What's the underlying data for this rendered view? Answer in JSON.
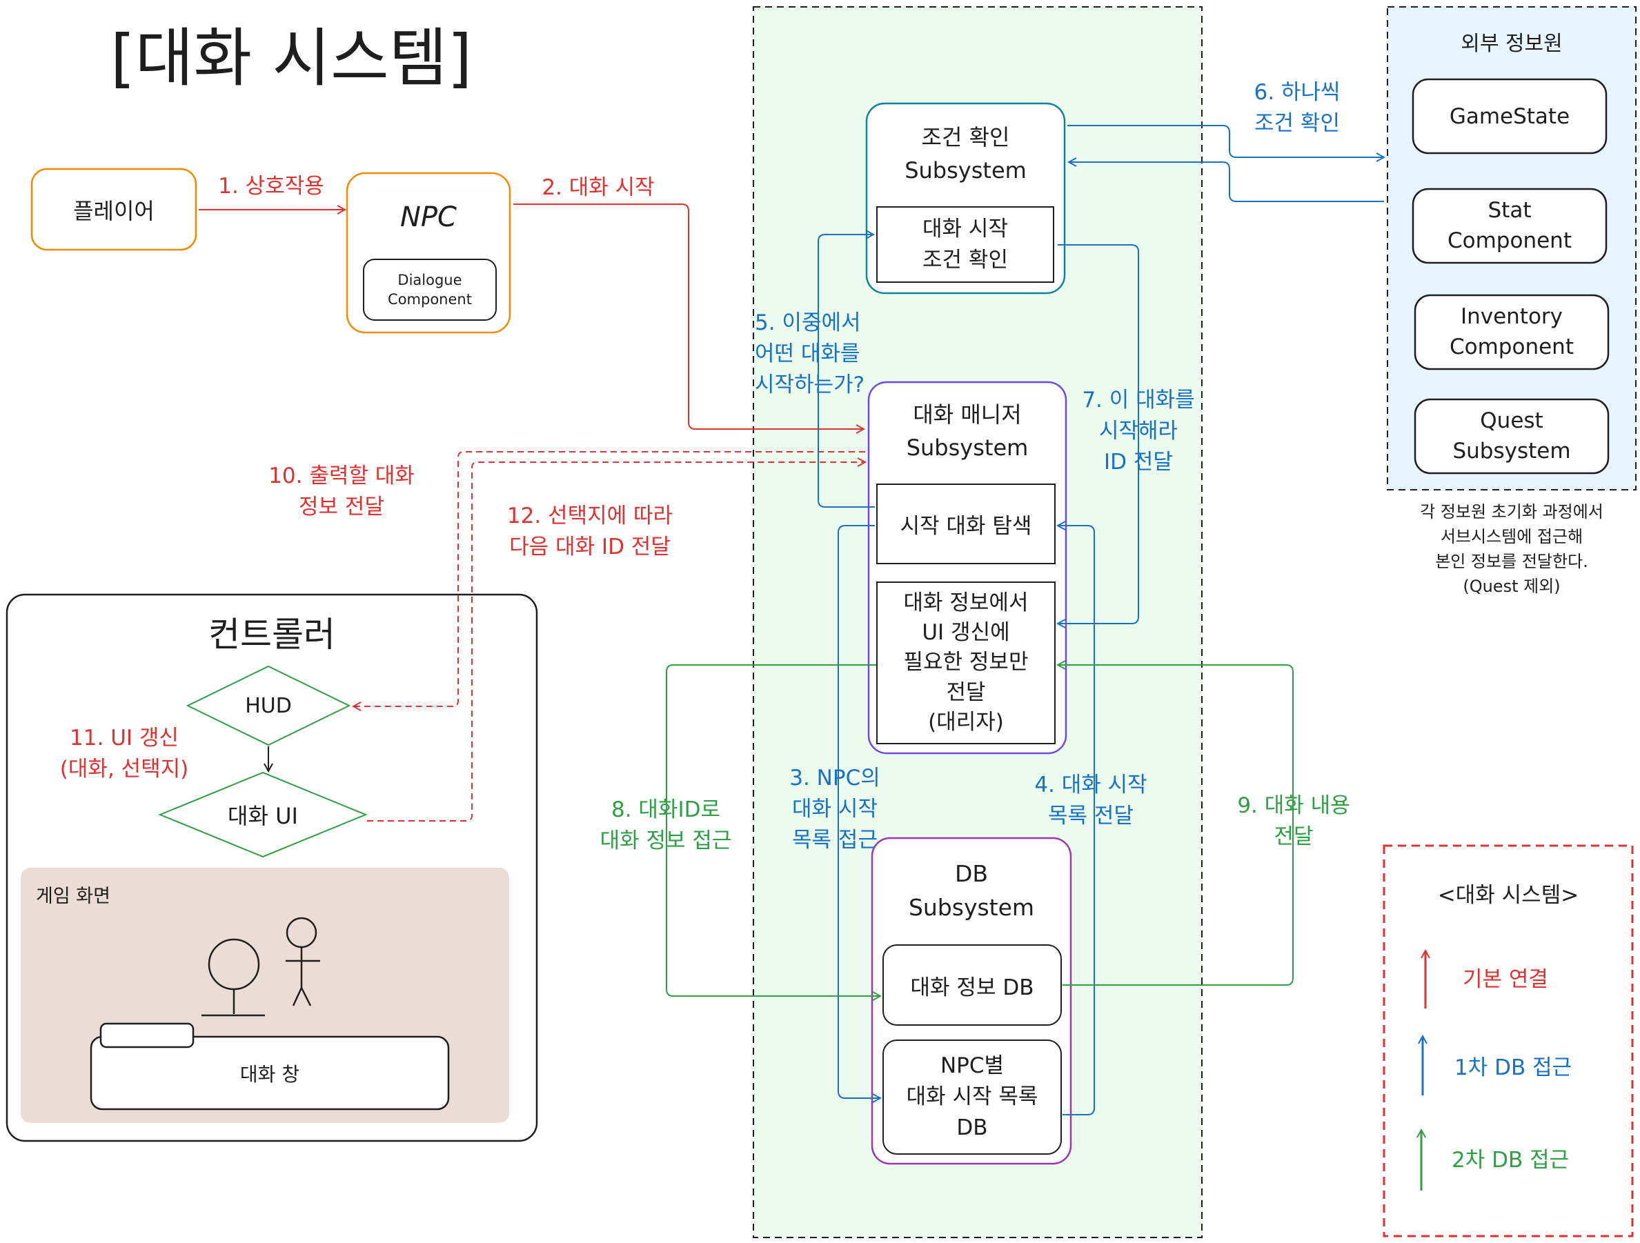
{
  "title": "[대화 시스템]",
  "nodes": {
    "player": "플레이어",
    "npc": "NPC",
    "npc_dialogue": "Dialogue\nComponent",
    "condition_ss": "조건 확인\nSubsystem",
    "condition_start": "대화 시작\n조건 확인",
    "manager_ss": "대화 매니저\nSubsystem",
    "manager_search": "시작 대화 탐색",
    "manager_delegate": "대화 정보에서\nUI 갱신에\n필요한 정보만\n전달\n(대리자)",
    "db_ss": "DB\nSubsystem",
    "db_info": "대화 정보 DB",
    "db_list": "NPC별\n대화 시작 목록\nDB",
    "external_title": "외부 정보원",
    "ext_gamestate": "GameState",
    "ext_stat": "Stat\nComponent",
    "ext_inventory": "Inventory\nComponent",
    "ext_quest": "Quest\nSubsystem",
    "external_note": "각 정보원 초기화 과정에서\n서브시스템에 접근해\n본인 정보를 전달한다.\n(Quest 제외)",
    "controller_title": "컨트롤러",
    "hud": "HUD",
    "dialogue_ui": "대화 UI",
    "game_screen": "게임 화면",
    "dialogue_window": "대화 창"
  },
  "steps": {
    "s1": "1. 상호작용",
    "s2": "2. 대화 시작",
    "s3": "3. NPC의\n대화 시작\n목록 접근",
    "s4": "4. 대화 시작\n목록 전달",
    "s5": "5. 이중에서\n어떤 대화를\n시작하는가?",
    "s6": "6. 하나씩\n조건 확인",
    "s7": "7. 이 대화를\n시작해라\nID 전달",
    "s8": "8. 대화ID로\n대화 정보 접근",
    "s9": "9. 대화 내용\n전달",
    "s10": "10. 출력할 대화\n정보 전달",
    "s11": "11. UI 갱신\n(대화, 선택지)",
    "s12": "12. 선택지에 따라\n다음 대화 ID 전달"
  },
  "legend": {
    "title": "<대화 시스템>",
    "basic": "기본 연결",
    "db1": "1차 DB 접근",
    "db2": "2차 DB 접근"
  },
  "colors": {
    "red": "#e03131",
    "blue": "#1971c2",
    "green": "#2f9e44",
    "orange": "#f08c00",
    "teal": "#0c8599",
    "purple": "#9c36b5",
    "greenzone": "#ebfbee",
    "bluezone": "#e7f5ff",
    "gamescreen": "#eaddd7"
  }
}
